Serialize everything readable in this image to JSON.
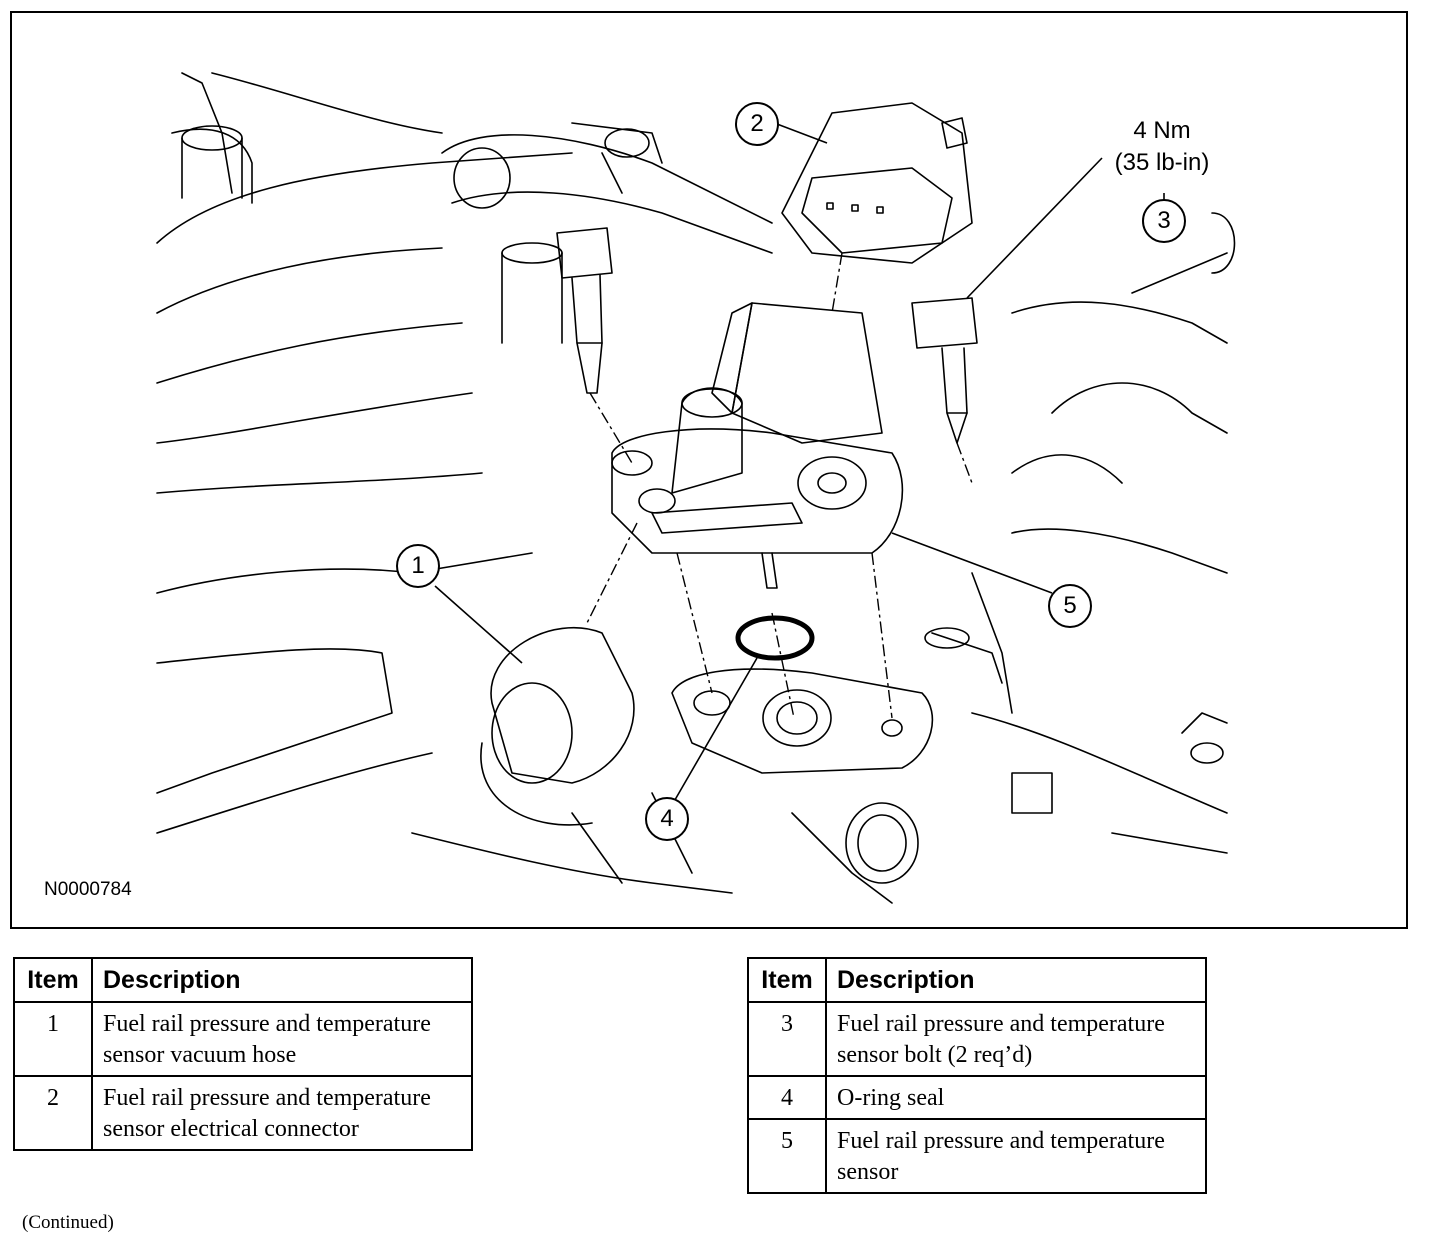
{
  "figure": {
    "id_label": "N0000784",
    "torque_line1": "4 Nm",
    "torque_line2": "(35 lb-in)",
    "callouts": [
      {
        "number": "1"
      },
      {
        "number": "2"
      },
      {
        "number": "3"
      },
      {
        "number": "4"
      },
      {
        "number": "5"
      }
    ]
  },
  "legend_left": {
    "header_item": "Item",
    "header_description": "Description",
    "rows": [
      {
        "item": "1",
        "description": "Fuel rail pressure and temperature sensor vacuum hose"
      },
      {
        "item": "2",
        "description": "Fuel rail pressure and temperature sensor electrical connector"
      }
    ]
  },
  "legend_right": {
    "header_item": "Item",
    "header_description": "Description",
    "rows": [
      {
        "item": "3",
        "description": "Fuel rail pressure and temperature sensor bolt (2 req’d)"
      },
      {
        "item": "4",
        "description": "O-ring seal"
      },
      {
        "item": "5",
        "description": "Fuel rail pressure and temperature sensor"
      }
    ]
  },
  "footer": {
    "continued": "(Continued)"
  }
}
